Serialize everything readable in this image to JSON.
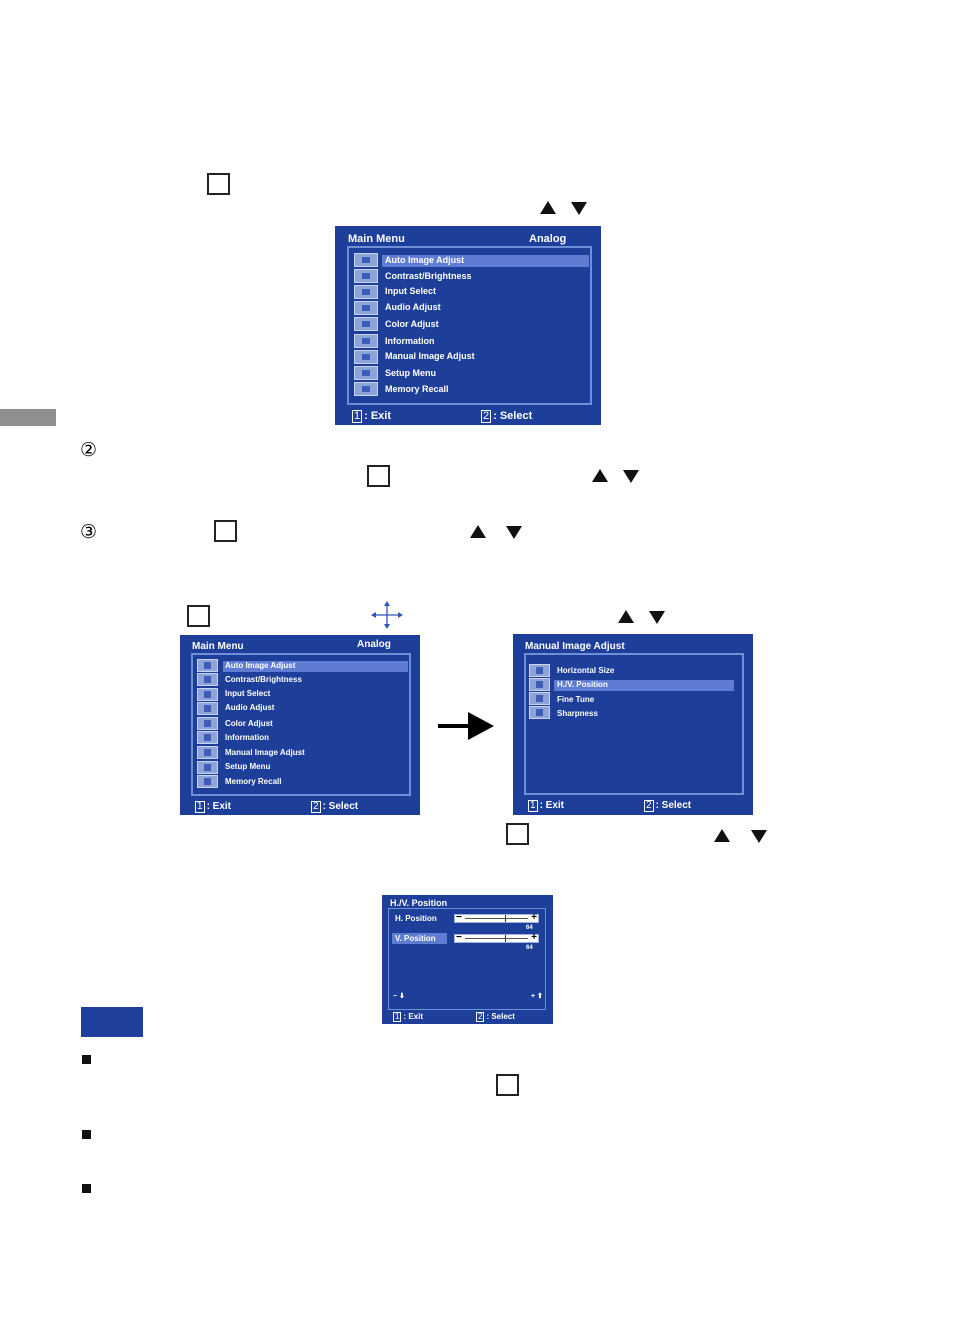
{
  "side_tab_color": "#8f8f8f",
  "note_box_color": "#1f3f9d",
  "icons": {
    "up": "up-triangle-icon",
    "down": "down-triangle-icon",
    "key": "key-box-icon",
    "position": "move-cross-icon",
    "arrow": "right-arrow-icon"
  },
  "steps": {
    "step2": "②",
    "step3": "③"
  },
  "osd_main": {
    "title": "Main Menu",
    "mode": "Analog",
    "items": [
      "Auto Image Adjust",
      "Contrast/Brightness",
      "Input Select",
      "Audio Adjust",
      "Color Adjust",
      "Information",
      "Manual Image Adjust",
      "Setup Menu",
      "Memory Recall"
    ],
    "footer": {
      "exit_key": "1",
      "exit": ": Exit",
      "select_key": "2",
      "select": ": Select"
    }
  },
  "osd_manual": {
    "title": "Manual Image Adjust",
    "items": [
      "Horizontal Size",
      "H./V. Position",
      "Fine Tune",
      "Sharpness"
    ],
    "footer": {
      "exit_key": "1",
      "exit": ": Exit",
      "select_key": "2",
      "select": ": Select"
    }
  },
  "osd_hv": {
    "title": "H./V. Position",
    "rows": [
      {
        "label": "H. Position",
        "value": "64",
        "level": 0.64,
        "minus": "−",
        "plus": "+"
      },
      {
        "label": "V. Position",
        "value": "64",
        "level": 0.64,
        "minus": "−",
        "plus": "+"
      }
    ],
    "hint_left": "− ⬇",
    "hint_right": "+ ⬆",
    "footer": {
      "exit_key": "1",
      "exit": ": Exit",
      "select_key": "2",
      "select": ": Select"
    }
  }
}
